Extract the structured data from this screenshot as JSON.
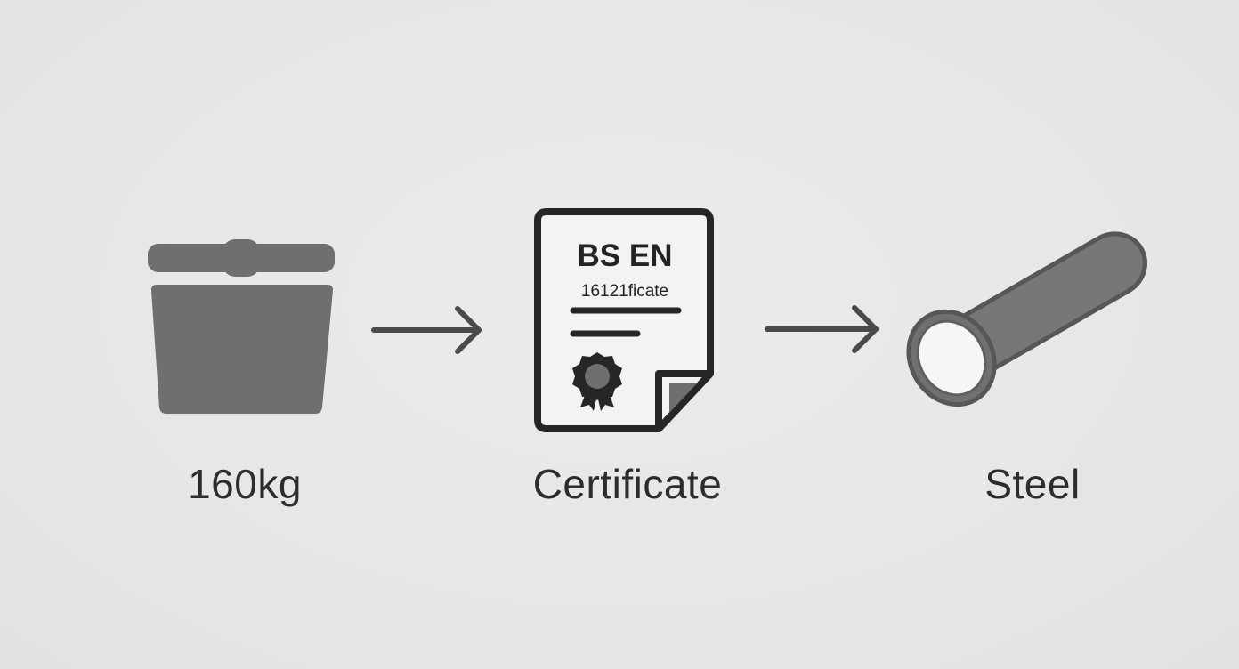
{
  "colors": {
    "background": "#e8e8e7",
    "icon_gray": "#6f6f6f",
    "outline_dark": "#262626",
    "text_dark": "#2c2c2c"
  },
  "steps": [
    {
      "icon": "weight-bucket-icon",
      "label": "160kg"
    },
    {
      "icon": "certificate-document-icon",
      "label": "Certificate"
    },
    {
      "icon": "steel-pipe-icon",
      "label": "Steel"
    }
  ],
  "connectors": [
    "right-arrow-icon",
    "right-arrow-icon"
  ],
  "certificate": {
    "heading": "BS EN",
    "subheading": "16121ficate"
  }
}
